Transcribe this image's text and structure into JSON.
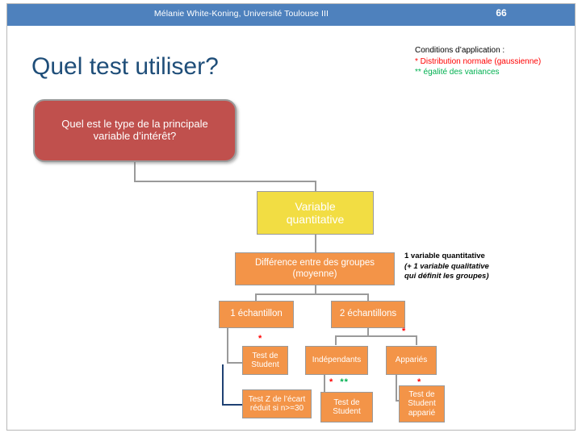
{
  "header": {
    "title": "Mélanie White-Koning, Université Toulouse III",
    "page_number": "66",
    "band_color": "#4e81bd"
  },
  "slide": {
    "title": "Quel test utiliser?",
    "title_color": "#1f4e79"
  },
  "conditions": {
    "line1": "Conditions d’application :",
    "line2": "* Distribution normale (gaussienne)",
    "line3": "** égalité des variances",
    "color_star1": "#ff0000",
    "color_star2": "#00b050"
  },
  "side_note": {
    "line1": "1 variable quantitative",
    "line2": "(+ 1 variable qualitative",
    "line3": "qui définit les groupes)"
  },
  "flowchart": {
    "type": "decision-tree",
    "nodes": [
      {
        "id": "root",
        "label": "Quel est le type de la principale variable d’intérêt?",
        "color": "#c0504d",
        "shape": "rounded"
      },
      {
        "id": "quant",
        "label": "Variable quantitative",
        "color": "#f2dd43",
        "shape": "rect"
      },
      {
        "id": "diff",
        "label": "Différence entre des groupes (moyenne)",
        "color": "#f39448",
        "shape": "rect"
      },
      {
        "id": "one-sample",
        "label": "1 échantillon",
        "color": "#f39448",
        "shape": "rect"
      },
      {
        "id": "two-samples",
        "label": "2 échantillons",
        "color": "#f39448",
        "shape": "rect"
      },
      {
        "id": "student1",
        "label": "Test de Student",
        "color": "#f39448",
        "shape": "rect"
      },
      {
        "id": "testz",
        "label": "Test Z de l’écart réduit si n>=30",
        "color": "#f39448",
        "shape": "rect"
      },
      {
        "id": "independent",
        "label": "Indépendants",
        "color": "#f39448",
        "shape": "rect"
      },
      {
        "id": "paired",
        "label": "Appariés",
        "color": "#f39448",
        "shape": "rect"
      },
      {
        "id": "student2",
        "label": "Test de Student",
        "color": "#f39448",
        "shape": "rect"
      },
      {
        "id": "student3",
        "label": "Test de Student apparié",
        "color": "#f39448",
        "shape": "rect"
      }
    ],
    "markers": [
      {
        "id": "m1",
        "text": "*",
        "for": "student1"
      },
      {
        "id": "m2",
        "text": "*",
        "for": "two-samples"
      },
      {
        "id": "m3",
        "text": "* **",
        "for": "student2"
      },
      {
        "id": "m4",
        "text": "*",
        "for": "student3"
      }
    ]
  },
  "labels": {
    "root": "Quel est le type de la principale",
    "root2": "variable d’intérêt?",
    "quant1": "Variable",
    "quant2": "quantitative",
    "diff1": "Différence entre des groupes",
    "diff2": "(moyenne)",
    "one_sample": "1 échantillon",
    "two_samples": "2 échantillons",
    "student_a1": "Test de",
    "student_a2": "Student",
    "testz1": "Test Z de l’écart",
    "testz2": "réduit si n>=30",
    "independent": "Indépendants",
    "paired": "Appariés",
    "student_b1": "Test de",
    "student_b2": "Student",
    "student_c1": "Test de",
    "student_c2": "Student",
    "student_c3": "apparié",
    "marker_star": "*",
    "marker_star_two": "*",
    "marker_star_green": "* **",
    "marker_star_last": "*"
  }
}
